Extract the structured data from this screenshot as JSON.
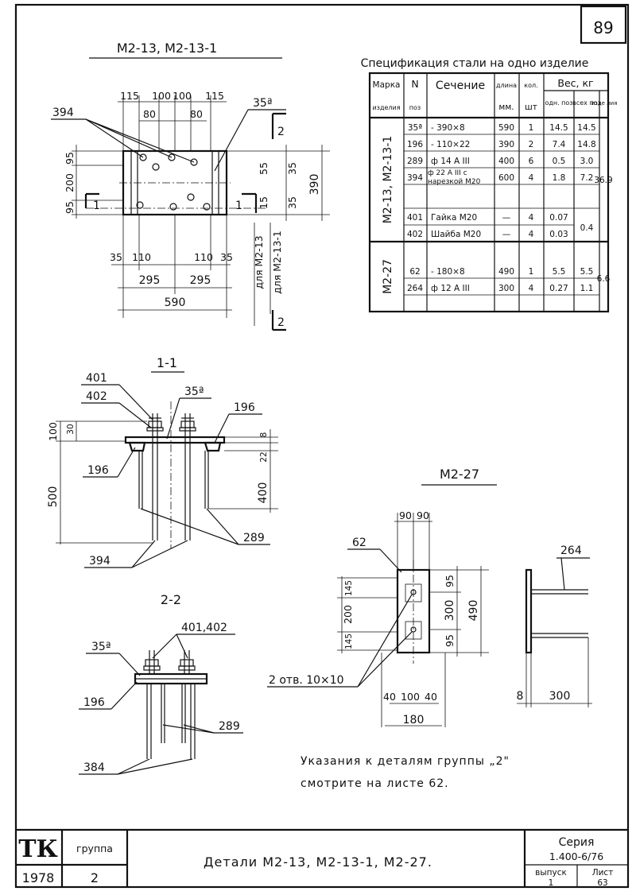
{
  "page_number": "89",
  "plan_view": {
    "title": "М2-13, М2-13-1",
    "dims_top": [
      "115",
      "100",
      "100",
      "115"
    ],
    "dims_top2": [
      "80",
      "80"
    ],
    "dims_left": [
      "95",
      "200",
      "95"
    ],
    "dims_right_inner": [
      "55",
      "35",
      "15",
      "35"
    ],
    "dim_right_total": "390",
    "dims_bottom1": [
      "35",
      "110",
      "110",
      "35"
    ],
    "dims_bottom2": [
      "295",
      "295"
    ],
    "dim_bottom_total": "590",
    "label_394": "394",
    "label_35a": "35ª",
    "section_mark_1": "1",
    "section_mark_2": "2",
    "note_m213": "для М2-13",
    "note_m2131": "для М2-13-1"
  },
  "spec_table": {
    "title": "Спецификация стали на одно изделие",
    "headers": {
      "marka": "Марка",
      "marka_sub": "изделия",
      "n": "N",
      "n_sub": "поз",
      "sechenie": "Сечение",
      "dlina": "длина",
      "dlina_sub": "мм.",
      "kol": "кол.",
      "kol_sub": "шт",
      "ves": "Вес, кг",
      "ves_odn": "одн. поз",
      "ves_vseh": "всех поз",
      "ves_izd": "изде лия"
    },
    "group1": {
      "marka": "М2-13, М2-13-1",
      "total": "36.9",
      "rows": [
        {
          "pos": "35ª",
          "sec": "- 390×8",
          "len": "590",
          "qty": "1",
          "w1": "14.5",
          "w2": "14.5"
        },
        {
          "pos": "196",
          "sec": "- 110×22",
          "len": "390",
          "qty": "2",
          "w1": "7.4",
          "w2": "14.8"
        },
        {
          "pos": "289",
          "sec": "ф 14 А III",
          "len": "400",
          "qty": "6",
          "w1": "0.5",
          "w2": "3.0"
        },
        {
          "pos": "394",
          "sec": "ф 22 А III с нарезкой М20",
          "len": "600",
          "qty": "4",
          "w1": "1.8",
          "w2": "7.2"
        },
        {
          "pos": "401",
          "sec": "Гайка М20",
          "len": "—",
          "qty": "4",
          "w1": "0.07",
          "w2": ""
        },
        {
          "pos": "402",
          "sec": "Шайба М20",
          "len": "—",
          "qty": "4",
          "w1": "0.03",
          "w2": "0.4"
        }
      ]
    },
    "group2": {
      "marka": "М2-27",
      "total": "6.6",
      "rows": [
        {
          "pos": "62",
          "sec": "- 180×8",
          "len": "490",
          "qty": "1",
          "w1": "5.5",
          "w2": "5.5"
        },
        {
          "pos": "264",
          "sec": "ф 12 А III",
          "len": "300",
          "qty": "4",
          "w1": "0.27",
          "w2": "1.1"
        }
      ]
    }
  },
  "section_11": {
    "title": "1-1",
    "labels": [
      "401",
      "402",
      "35ª",
      "196",
      "196",
      "394",
      "289"
    ],
    "dims_left": [
      "100",
      "30",
      "500"
    ],
    "dims_right": [
      "8",
      "22",
      "400"
    ]
  },
  "section_22": {
    "title": "2-2",
    "labels": [
      "35ª",
      "401,402",
      "196",
      "289",
      "384"
    ]
  },
  "m227": {
    "title": "М2-27",
    "dims_top": [
      "90",
      "90"
    ],
    "label_62": "62",
    "label_264": "264",
    "dims_left": [
      "145",
      "200",
      "145"
    ],
    "dims_right_inner": [
      "95",
      "300",
      "95"
    ],
    "dim_right_total": "490",
    "dims_bottom": [
      "40",
      "100",
      "40"
    ],
    "dim_bottom_total": "180",
    "holes": "2 отв. 10×10",
    "dim_8": "8",
    "dim_300": "300"
  },
  "note": {
    "line1": "Указания к деталям группы „2\"",
    "line2": "смотрите на листе 62."
  },
  "title_block": {
    "tk": "ТК",
    "gruppa_label": "группа",
    "year": "1978",
    "gruppa_value": "2",
    "title": "Детали М2-13, М2-13-1, М2-27.",
    "seriya_label": "Серия",
    "seriya_value": "1.400-6/76",
    "vypusk_label": "выпуск",
    "vypusk_value": "1",
    "list_label": "Лист",
    "list_value": "63"
  }
}
